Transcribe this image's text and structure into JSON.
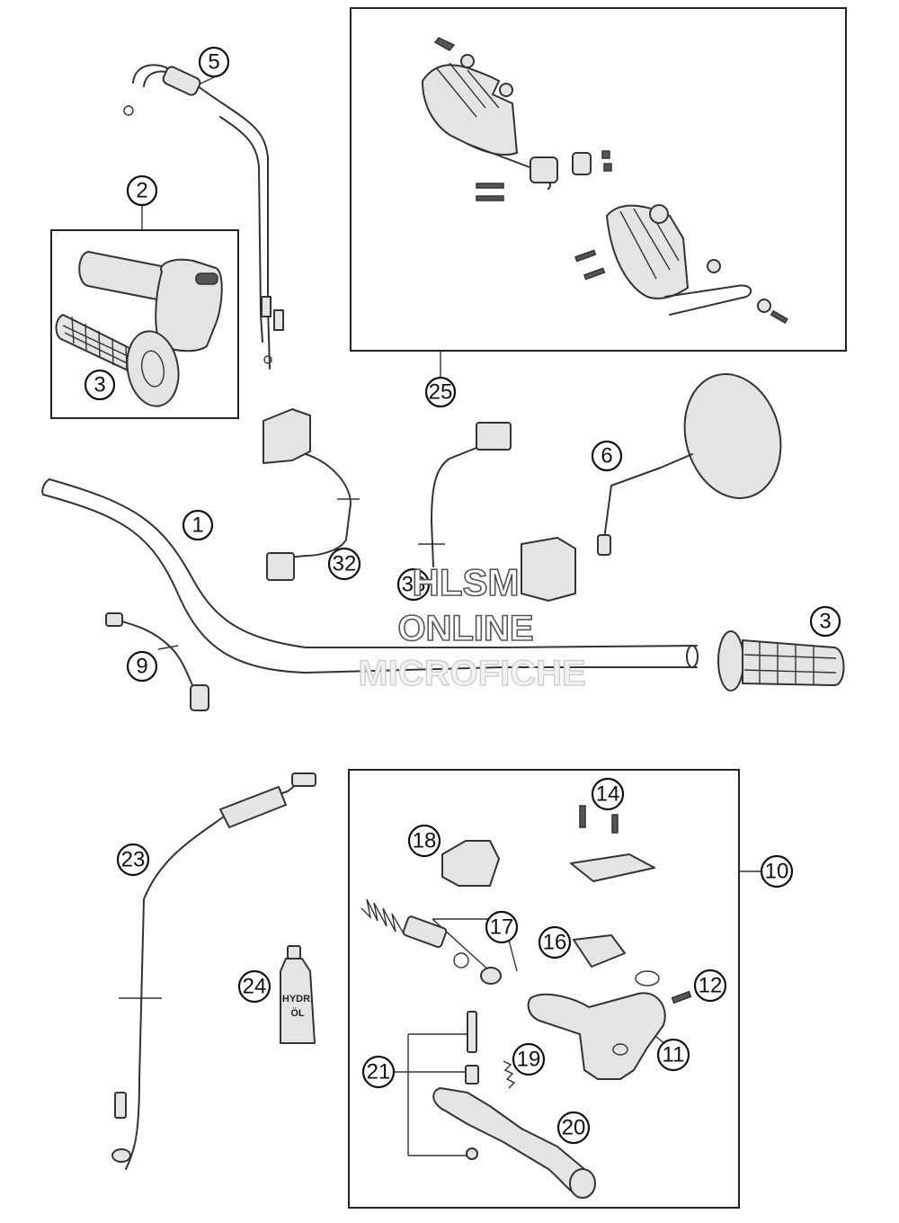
{
  "callouts": {
    "c1": "1",
    "c2": "2",
    "c3a": "3",
    "c3b": "3",
    "c5": "5",
    "c6": "6",
    "c9": "9",
    "c10": "10",
    "c11": "11",
    "c12": "12",
    "c14": "14",
    "c16": "16",
    "c17": "17",
    "c18": "18",
    "c19": "19",
    "c20": "20",
    "c21": "21",
    "c23": "23",
    "c24": "24",
    "c25": "25",
    "c32": "32",
    "c33": "33"
  },
  "watermark": {
    "line1": "HLSM",
    "line2": "ONLINE",
    "line3": "MICROFICHE"
  },
  "oil_bottle": {
    "line1": "HYDR.",
    "line2": "ÖL"
  }
}
